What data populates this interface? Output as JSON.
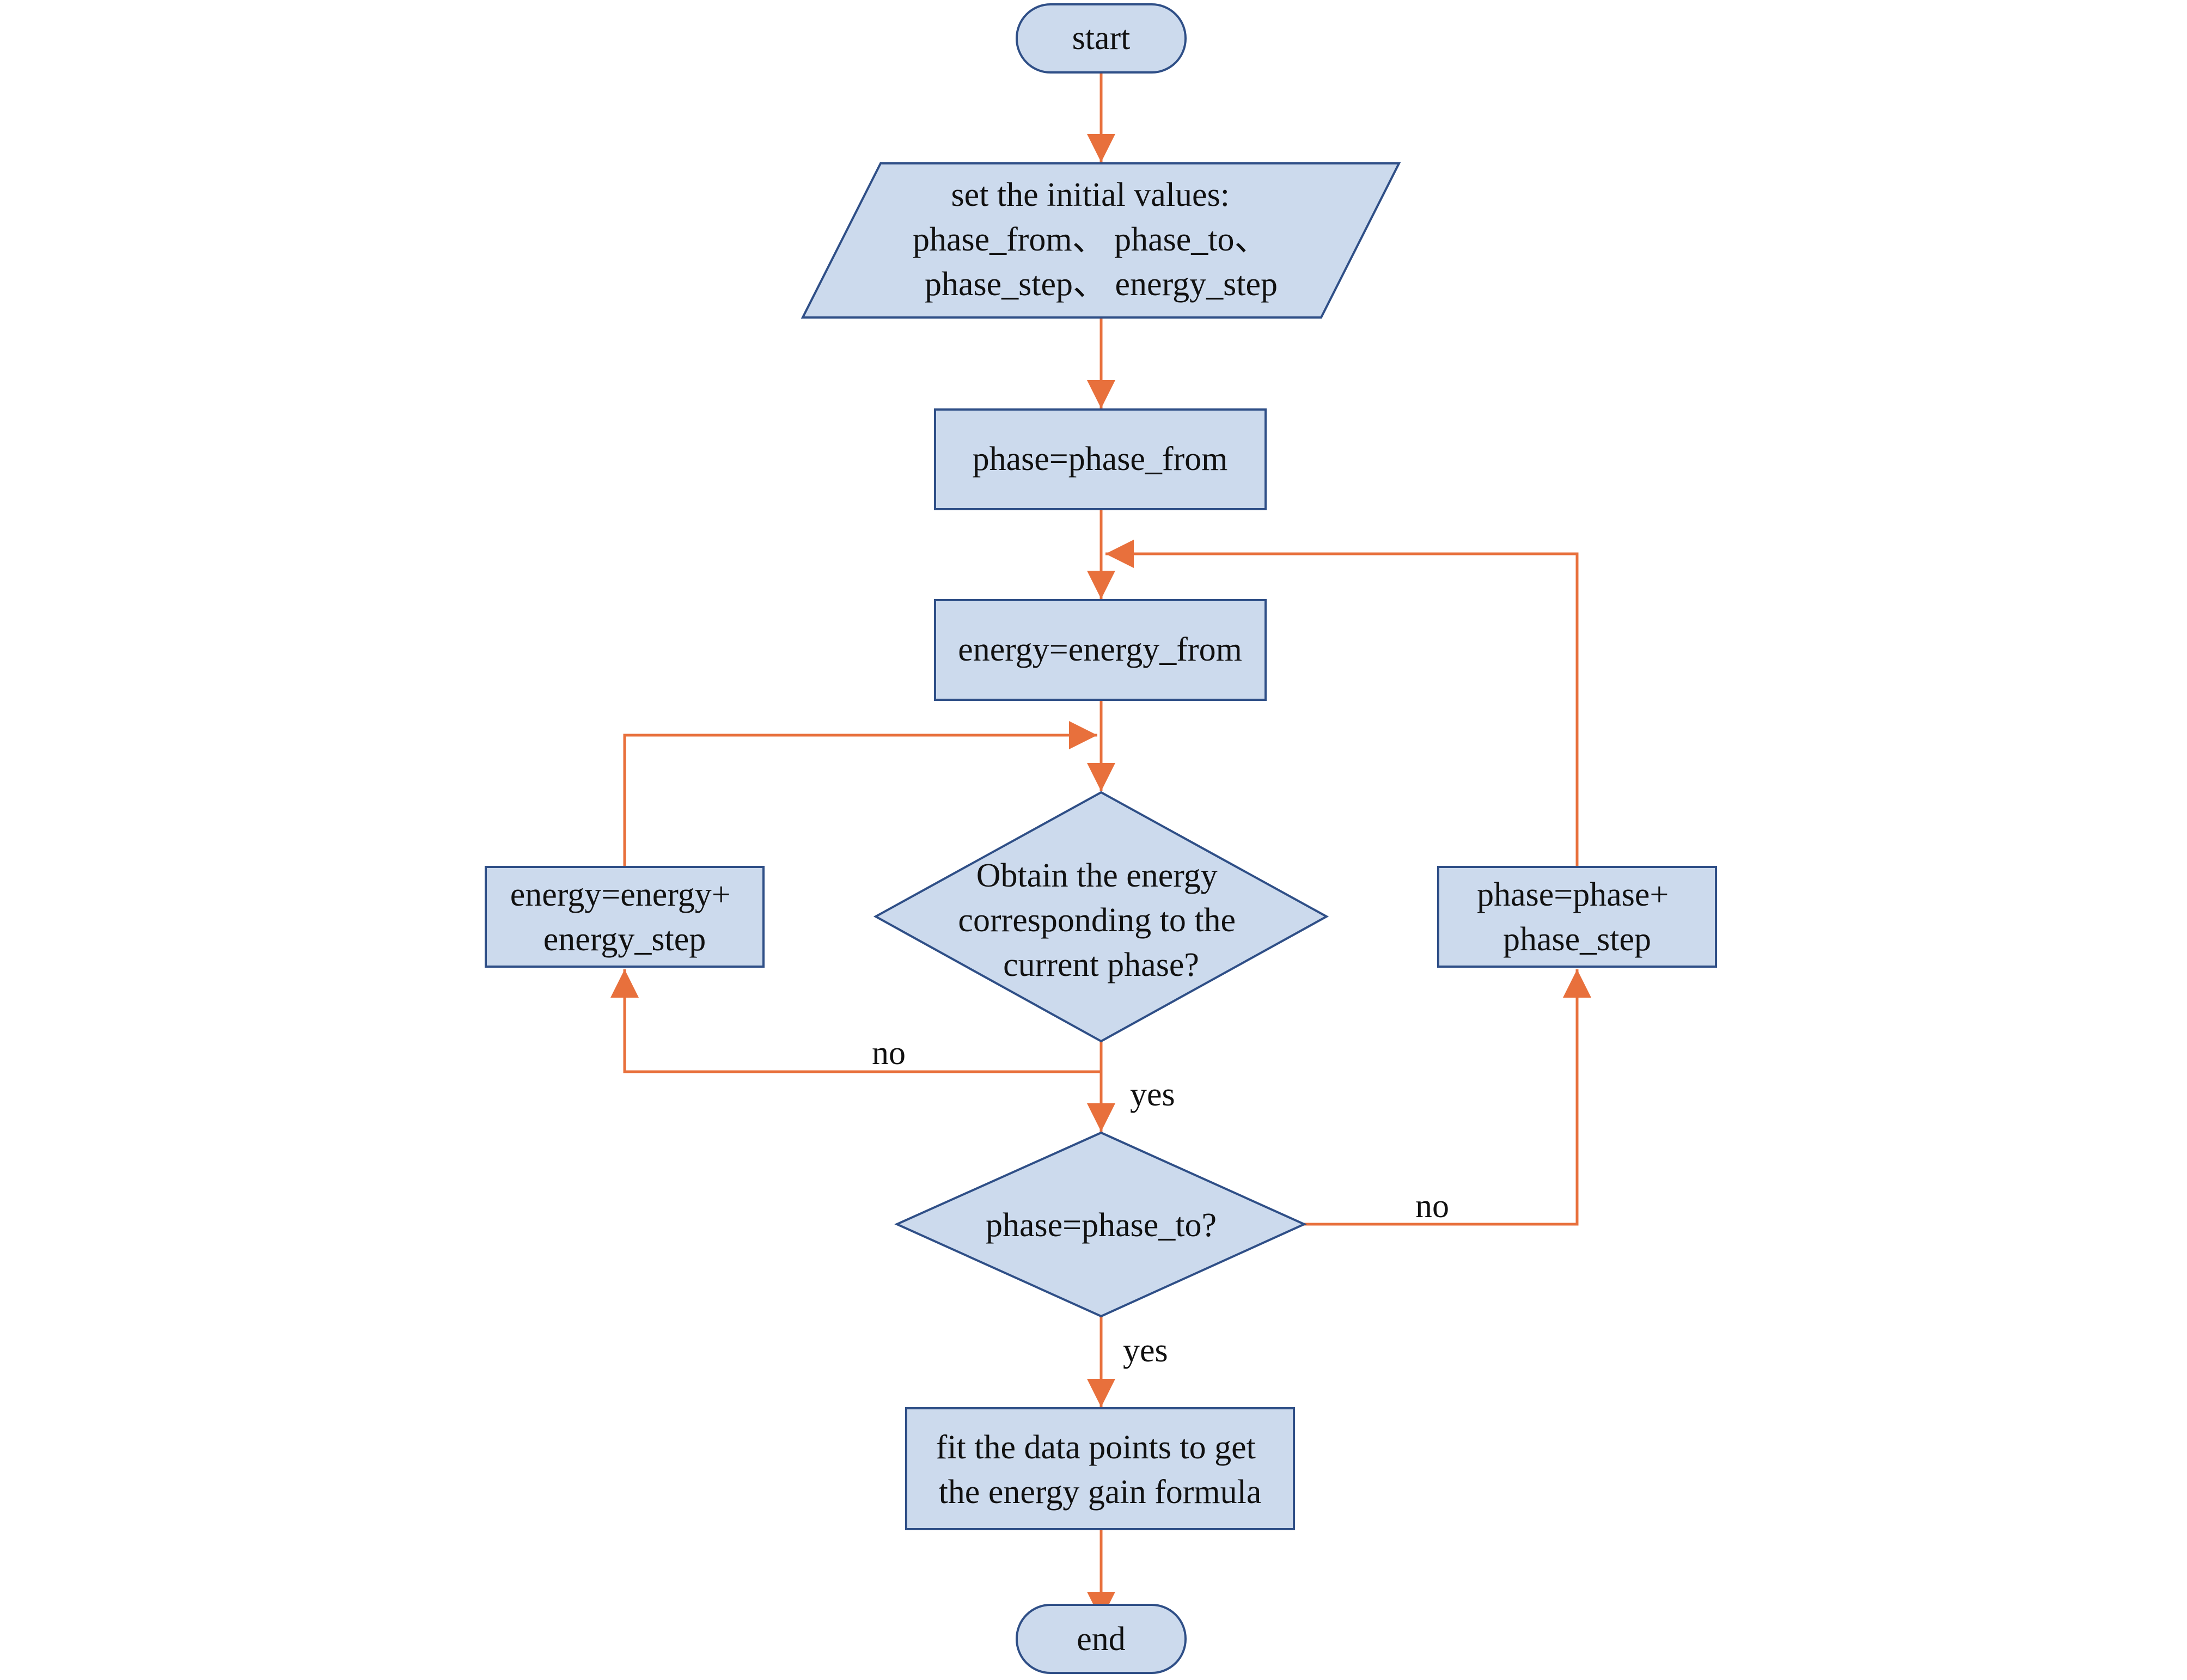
{
  "diagram": {
    "nodes": {
      "start": {
        "lines": [
          "start"
        ]
      },
      "init": {
        "lines": [
          "set the initial values:",
          "phase_from、 phase_to、",
          "phase_step、 energy_step"
        ]
      },
      "phase_init": {
        "lines": [
          "phase=phase_from"
        ]
      },
      "energy_init": {
        "lines": [
          "energy=energy_from"
        ]
      },
      "obtain": {
        "lines": [
          "Obtain the energy",
          "corresponding to the",
          "current phase?"
        ]
      },
      "energy_inc": {
        "lines": [
          "energy=energy+",
          "energy_step"
        ]
      },
      "phase_inc": {
        "lines": [
          "phase=phase+",
          "phase_step"
        ]
      },
      "phase_check": {
        "lines": [
          "phase=phase_to?"
        ]
      },
      "fit": {
        "lines": [
          "fit the data points to get",
          "the energy gain formula"
        ]
      },
      "end": {
        "lines": [
          "end"
        ]
      }
    },
    "edge_labels": {
      "obtain_no": "no",
      "obtain_yes": "yes",
      "check_no": "no",
      "check_yes": "yes"
    }
  }
}
